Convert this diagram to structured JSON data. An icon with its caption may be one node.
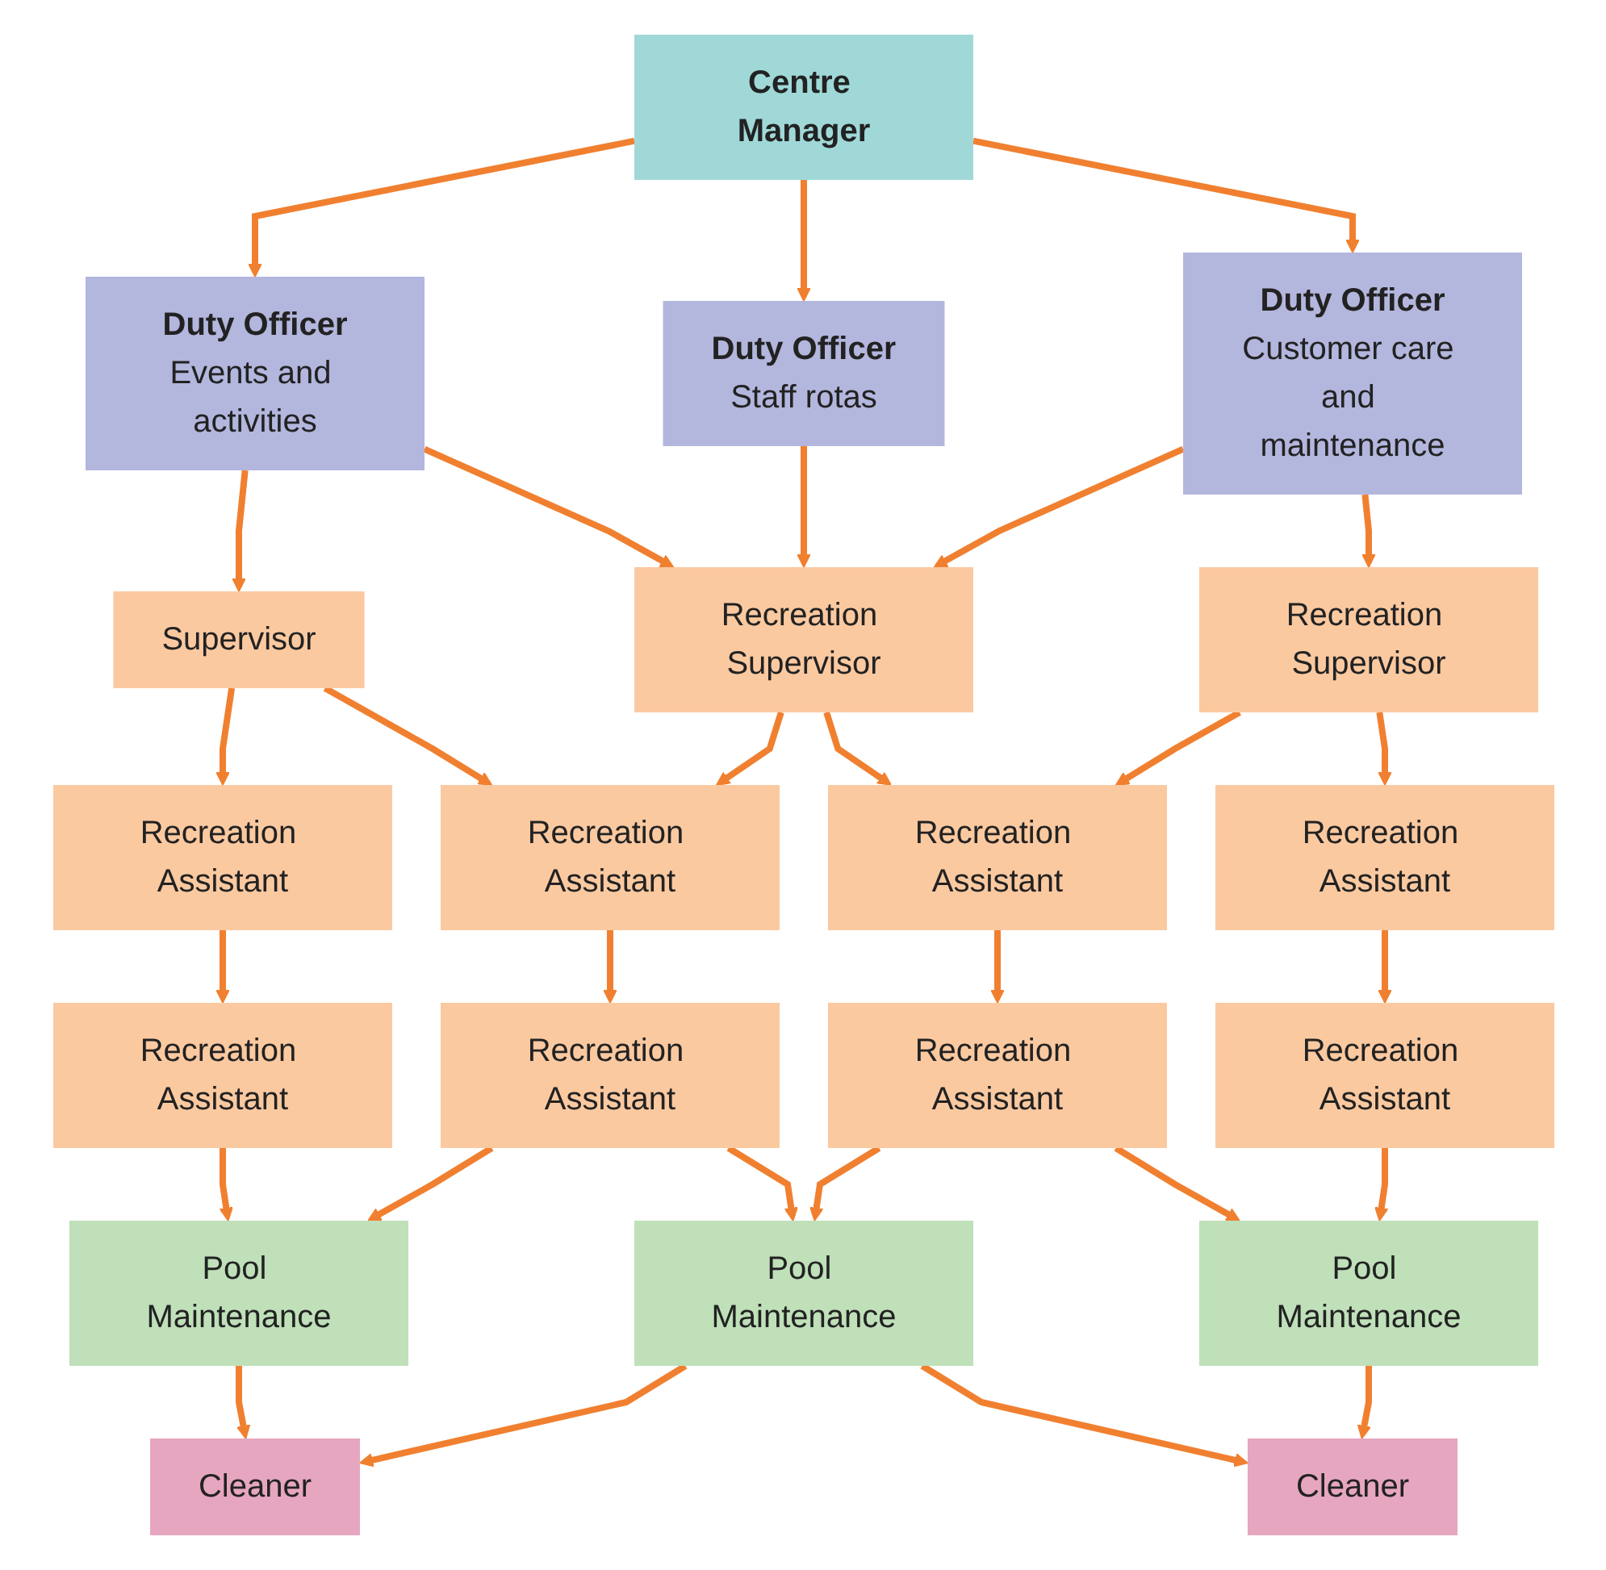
{
  "diagram": {
    "nodes": [
      {
        "text": [
          "Centre Manager"
        ]
      },
      {
        "text": [
          "Duty Officer",
          "Events and activities"
        ]
      },
      {
        "text": [
          "Duty Officer",
          "Staff rotas"
        ]
      },
      {
        "text": [
          "Duty Officer",
          "Customer care and maintenance"
        ]
      },
      {
        "text": [
          "Supervisor"
        ]
      },
      {
        "text": [
          "Recreation Supervisor"
        ]
      },
      {
        "text": [
          "Recreation Supervisor"
        ]
      },
      {
        "text": [
          "Recreation Assistant"
        ]
      },
      {
        "text": [
          "Recreation Assistant"
        ]
      },
      {
        "text": [
          "Recreation Assistant"
        ]
      },
      {
        "text": [
          "Recreation Assistant"
        ]
      },
      {
        "text": [
          "Recreation Assistant"
        ]
      },
      {
        "text": [
          "Recreation Assistant"
        ]
      },
      {
        "text": [
          "Recreation Assistant"
        ]
      },
      {
        "text": [
          "Recreation Assistant"
        ]
      },
      {
        "text": [
          "Pool Maintenance"
        ]
      },
      {
        "text": [
          "Pool Maintenance"
        ]
      },
      {
        "text": [
          "Pool Maintenance"
        ]
      },
      {
        "text": [
          "Cleaner"
        ]
      },
      {
        "text": [
          "Cleaner"
        ]
      }
    ],
    "edges": [
      {
        "from": 0,
        "to": 1,
        "arrow": "to"
      },
      {
        "from": 0,
        "to": 2,
        "arrow": "to"
      },
      {
        "from": 0,
        "to": 3,
        "arrow": "to"
      },
      {
        "from": 1,
        "to": 4,
        "arrow": "to"
      },
      {
        "from": 1,
        "to": 5,
        "arrow": "to"
      },
      {
        "from": 2,
        "to": 5,
        "arrow": "to"
      },
      {
        "from": 3,
        "to": 5,
        "arrow": "to"
      },
      {
        "from": 3,
        "to": 6,
        "arrow": "to"
      },
      {
        "from": 4,
        "to": 7,
        "arrow": "to"
      },
      {
        "from": 4,
        "to": 8,
        "arrow": "to"
      },
      {
        "from": 5,
        "to": 8,
        "arrow": "to"
      },
      {
        "from": 5,
        "to": 9,
        "arrow": "to"
      },
      {
        "from": 6,
        "to": 9,
        "arrow": "to"
      },
      {
        "from": 6,
        "to": 10,
        "arrow": "to"
      },
      {
        "from": 7,
        "to": 11,
        "arrow": "to"
      },
      {
        "from": 8,
        "to": 12,
        "arrow": "to"
      },
      {
        "from": 9,
        "to": 13,
        "arrow": "to"
      },
      {
        "from": 10,
        "to": 14,
        "arrow": "to"
      },
      {
        "from": 11,
        "to": 15,
        "arrow": "to"
      },
      {
        "from": 12,
        "to": 15,
        "arrow": "to"
      },
      {
        "from": 12,
        "to": 16,
        "arrow": "to"
      },
      {
        "from": 13,
        "to": 16,
        "arrow": "to"
      },
      {
        "from": 13,
        "to": 17,
        "arrow": "to"
      },
      {
        "from": 14,
        "to": 17,
        "arrow": "to"
      },
      {
        "from": 15,
        "to": 18,
        "arrow": "to"
      },
      {
        "from": 16,
        "to": 18,
        "arrow": "to"
      },
      {
        "from": 16,
        "to": 19,
        "arrow": "to"
      },
      {
        "from": 17,
        "to": 19,
        "arrow": "to"
      }
    ]
  }
}
